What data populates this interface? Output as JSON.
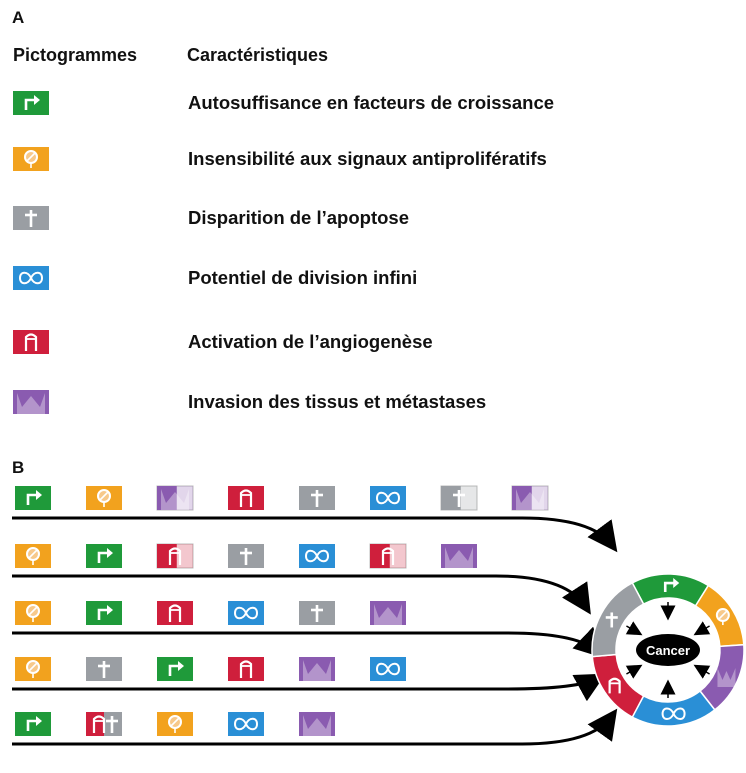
{
  "panel_a": {
    "letter": "A",
    "col_pictograms": "Pictogrammes",
    "col_characteristics": "Caractéristiques",
    "rows": [
      {
        "icon": "arrow-icon",
        "color": "#1f9a3a",
        "label": "Autosuffisance en facteurs de croissance"
      },
      {
        "icon": "stop-sign-icon",
        "color": "#f2a21e",
        "label": "Insensibilité aux signaux antiprolifératifs"
      },
      {
        "icon": "cross-icon",
        "color": "#9a9ea3",
        "label": "Disparition de l’apoptose"
      },
      {
        "icon": "infinity-icon",
        "color": "#2a8fd6",
        "label": "Potentiel de division infini"
      },
      {
        "icon": "vessel-icon",
        "color": "#cf1f3c",
        "label": "Activation de l’angiogenèse"
      },
      {
        "icon": "crown-icon",
        "color": "#8a5bb0",
        "label": "Invasion des tissus et métastases"
      }
    ]
  },
  "panel_b": {
    "letter": "B",
    "center_label": "Cancer",
    "pathways": [
      [
        "arrow",
        "stop",
        "crown-faded",
        "vessel",
        "cross",
        "infinity",
        "cross-faded",
        "crown-faded"
      ],
      [
        "stop",
        "arrow",
        "vessel-faded",
        "cross",
        "infinity",
        "vessel-faded",
        "crown"
      ],
      [
        "stop",
        "arrow",
        "vessel",
        "infinity",
        "cross",
        "crown"
      ],
      [
        "stop",
        "cross",
        "arrow",
        "vessel",
        "crown",
        "infinity"
      ],
      [
        "arrow",
        "vessel-cross",
        "stop",
        "infinity",
        "crown"
      ]
    ]
  }
}
